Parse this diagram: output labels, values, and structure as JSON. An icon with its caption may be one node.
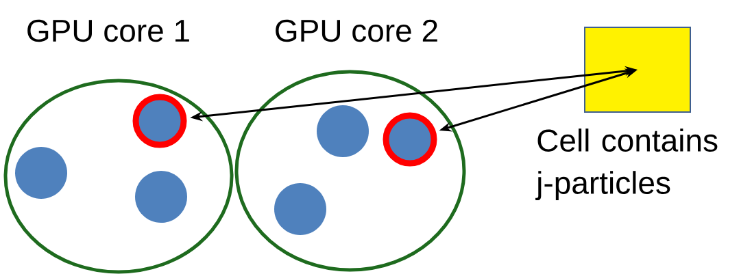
{
  "diagram": {
    "nodes": [
      {
        "text": [
          "GPU core 1"
        ]
      },
      {
        "text": [],
        "shape": "circle",
        "in": 0
      },
      {
        "text": [],
        "shape": "circle",
        "in": 0
      },
      {
        "text": [],
        "shape": "circle",
        "in": 0
      },
      {
        "text": [
          "GPU core 2"
        ]
      },
      {
        "text": [],
        "shape": "circle",
        "in": 4
      },
      {
        "text": [],
        "shape": "circle",
        "in": 4
      },
      {
        "text": [],
        "shape": "circle",
        "in": 4
      },
      {
        "text": [],
        "shape": "box",
        "beside": [
          "Cell contains j-particles"
        ]
      }
    ],
    "edges": [
      {
        "from": 8,
        "to": 1,
        "arrow": "both"
      },
      {
        "from": 8,
        "to": 6,
        "arrow": "both"
      }
    ]
  }
}
